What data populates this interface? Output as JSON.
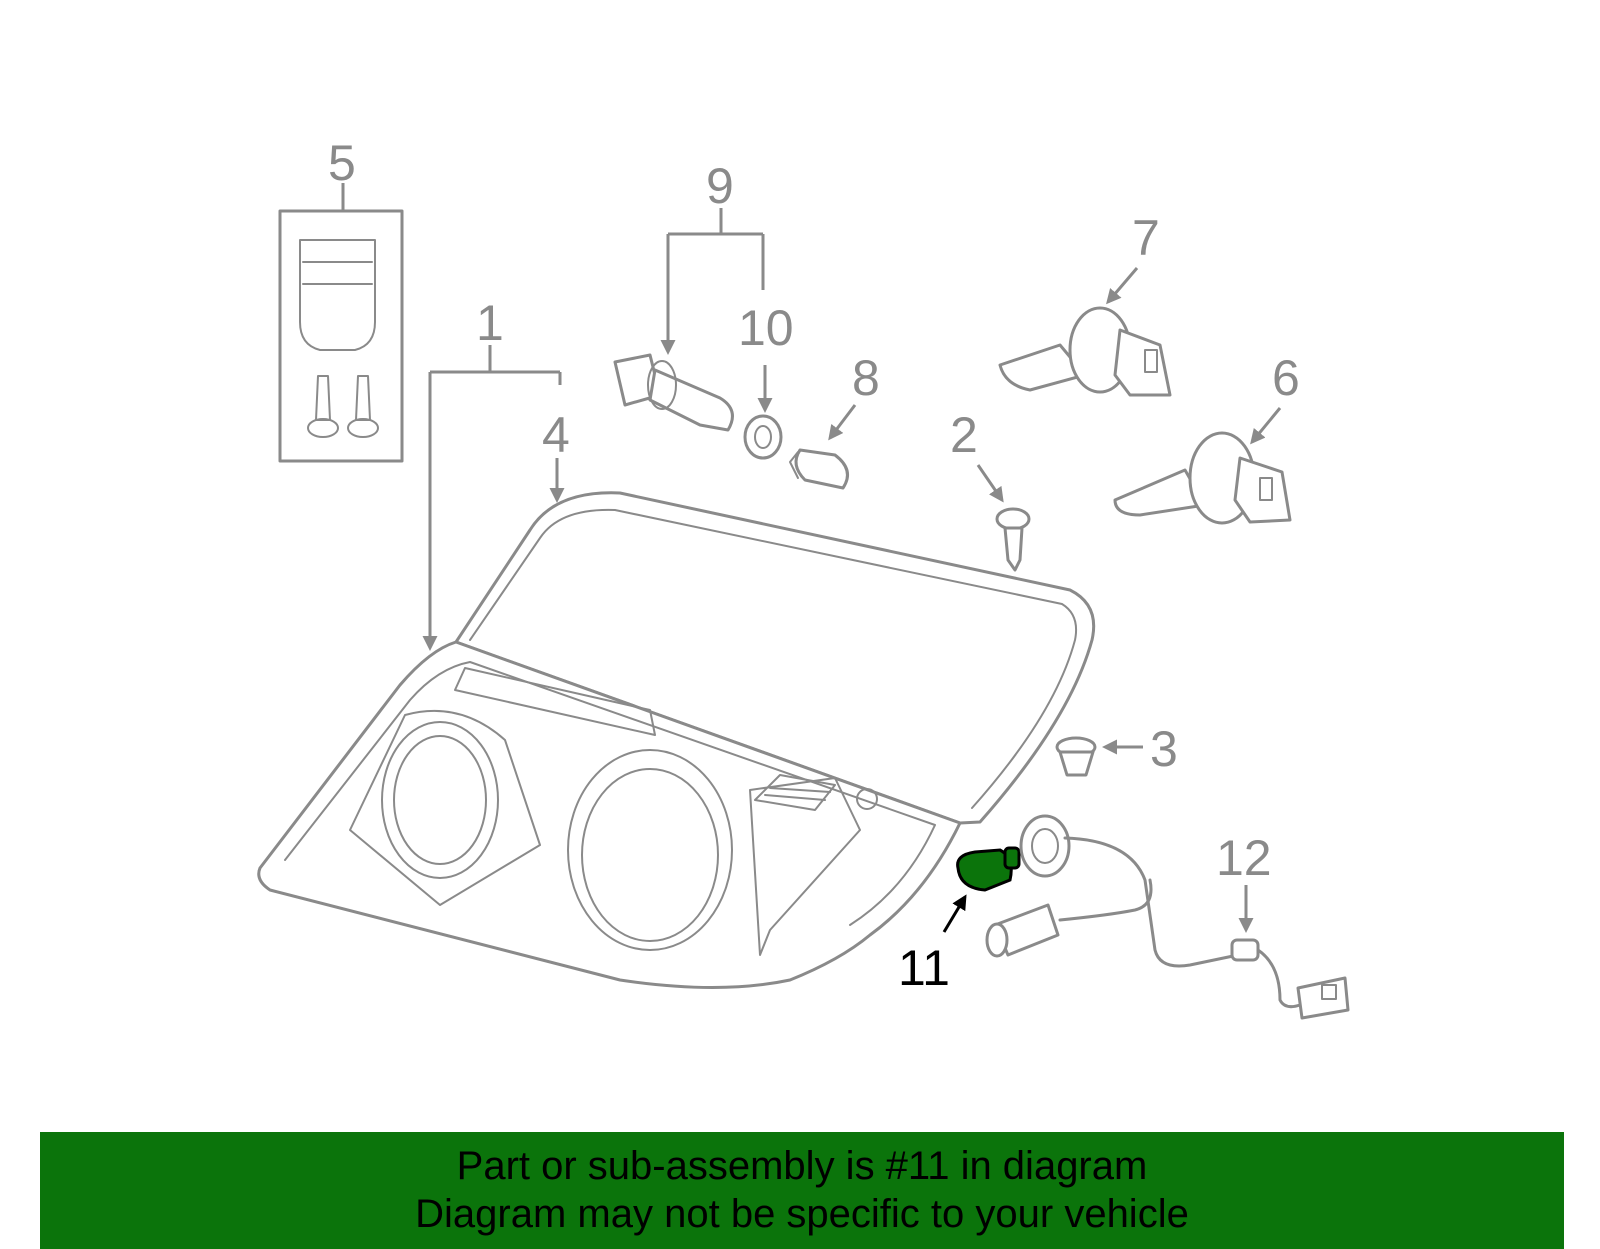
{
  "diagram": {
    "callouts": [
      {
        "id": "1",
        "label": "1"
      },
      {
        "id": "2",
        "label": "2"
      },
      {
        "id": "3",
        "label": "3"
      },
      {
        "id": "4",
        "label": "4"
      },
      {
        "id": "5",
        "label": "5"
      },
      {
        "id": "6",
        "label": "6"
      },
      {
        "id": "7",
        "label": "7"
      },
      {
        "id": "8",
        "label": "8"
      },
      {
        "id": "9",
        "label": "9"
      },
      {
        "id": "10",
        "label": "10"
      },
      {
        "id": "11",
        "label": "11"
      },
      {
        "id": "12",
        "label": "12"
      }
    ],
    "highlighted_part": "11",
    "colors": {
      "line": "#8a8a8a",
      "highlight": "#0b740b",
      "banner": "#0b740b",
      "active_text": "#000000"
    }
  },
  "banner": {
    "line1": "Part or sub-assembly is #11 in diagram",
    "line2": "Diagram may not be specific to your vehicle"
  }
}
